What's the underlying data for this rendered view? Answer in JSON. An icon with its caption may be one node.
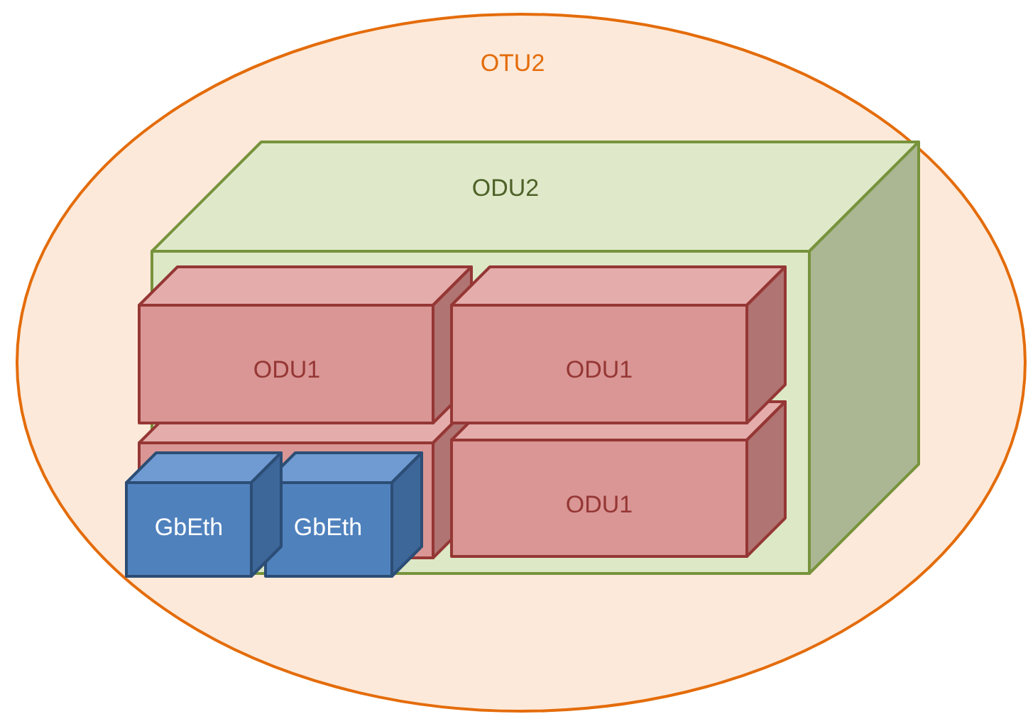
{
  "diagram": {
    "nodes": [
      {
        "text": [
          "OTU2"
        ]
      },
      {
        "text": [
          "ODU2"
        ],
        "in": 0
      },
      {
        "text": [
          "ODU1"
        ],
        "in": 1
      },
      {
        "text": [
          "ODU1"
        ],
        "in": 1
      },
      {
        "text": [],
        "shape": "box",
        "in": 1
      },
      {
        "text": [
          "ODU1"
        ],
        "in": 1
      },
      {
        "text": [
          "GbEth"
        ],
        "in": 0
      },
      {
        "text": [
          "GbEth"
        ],
        "in": 1
      }
    ]
  }
}
